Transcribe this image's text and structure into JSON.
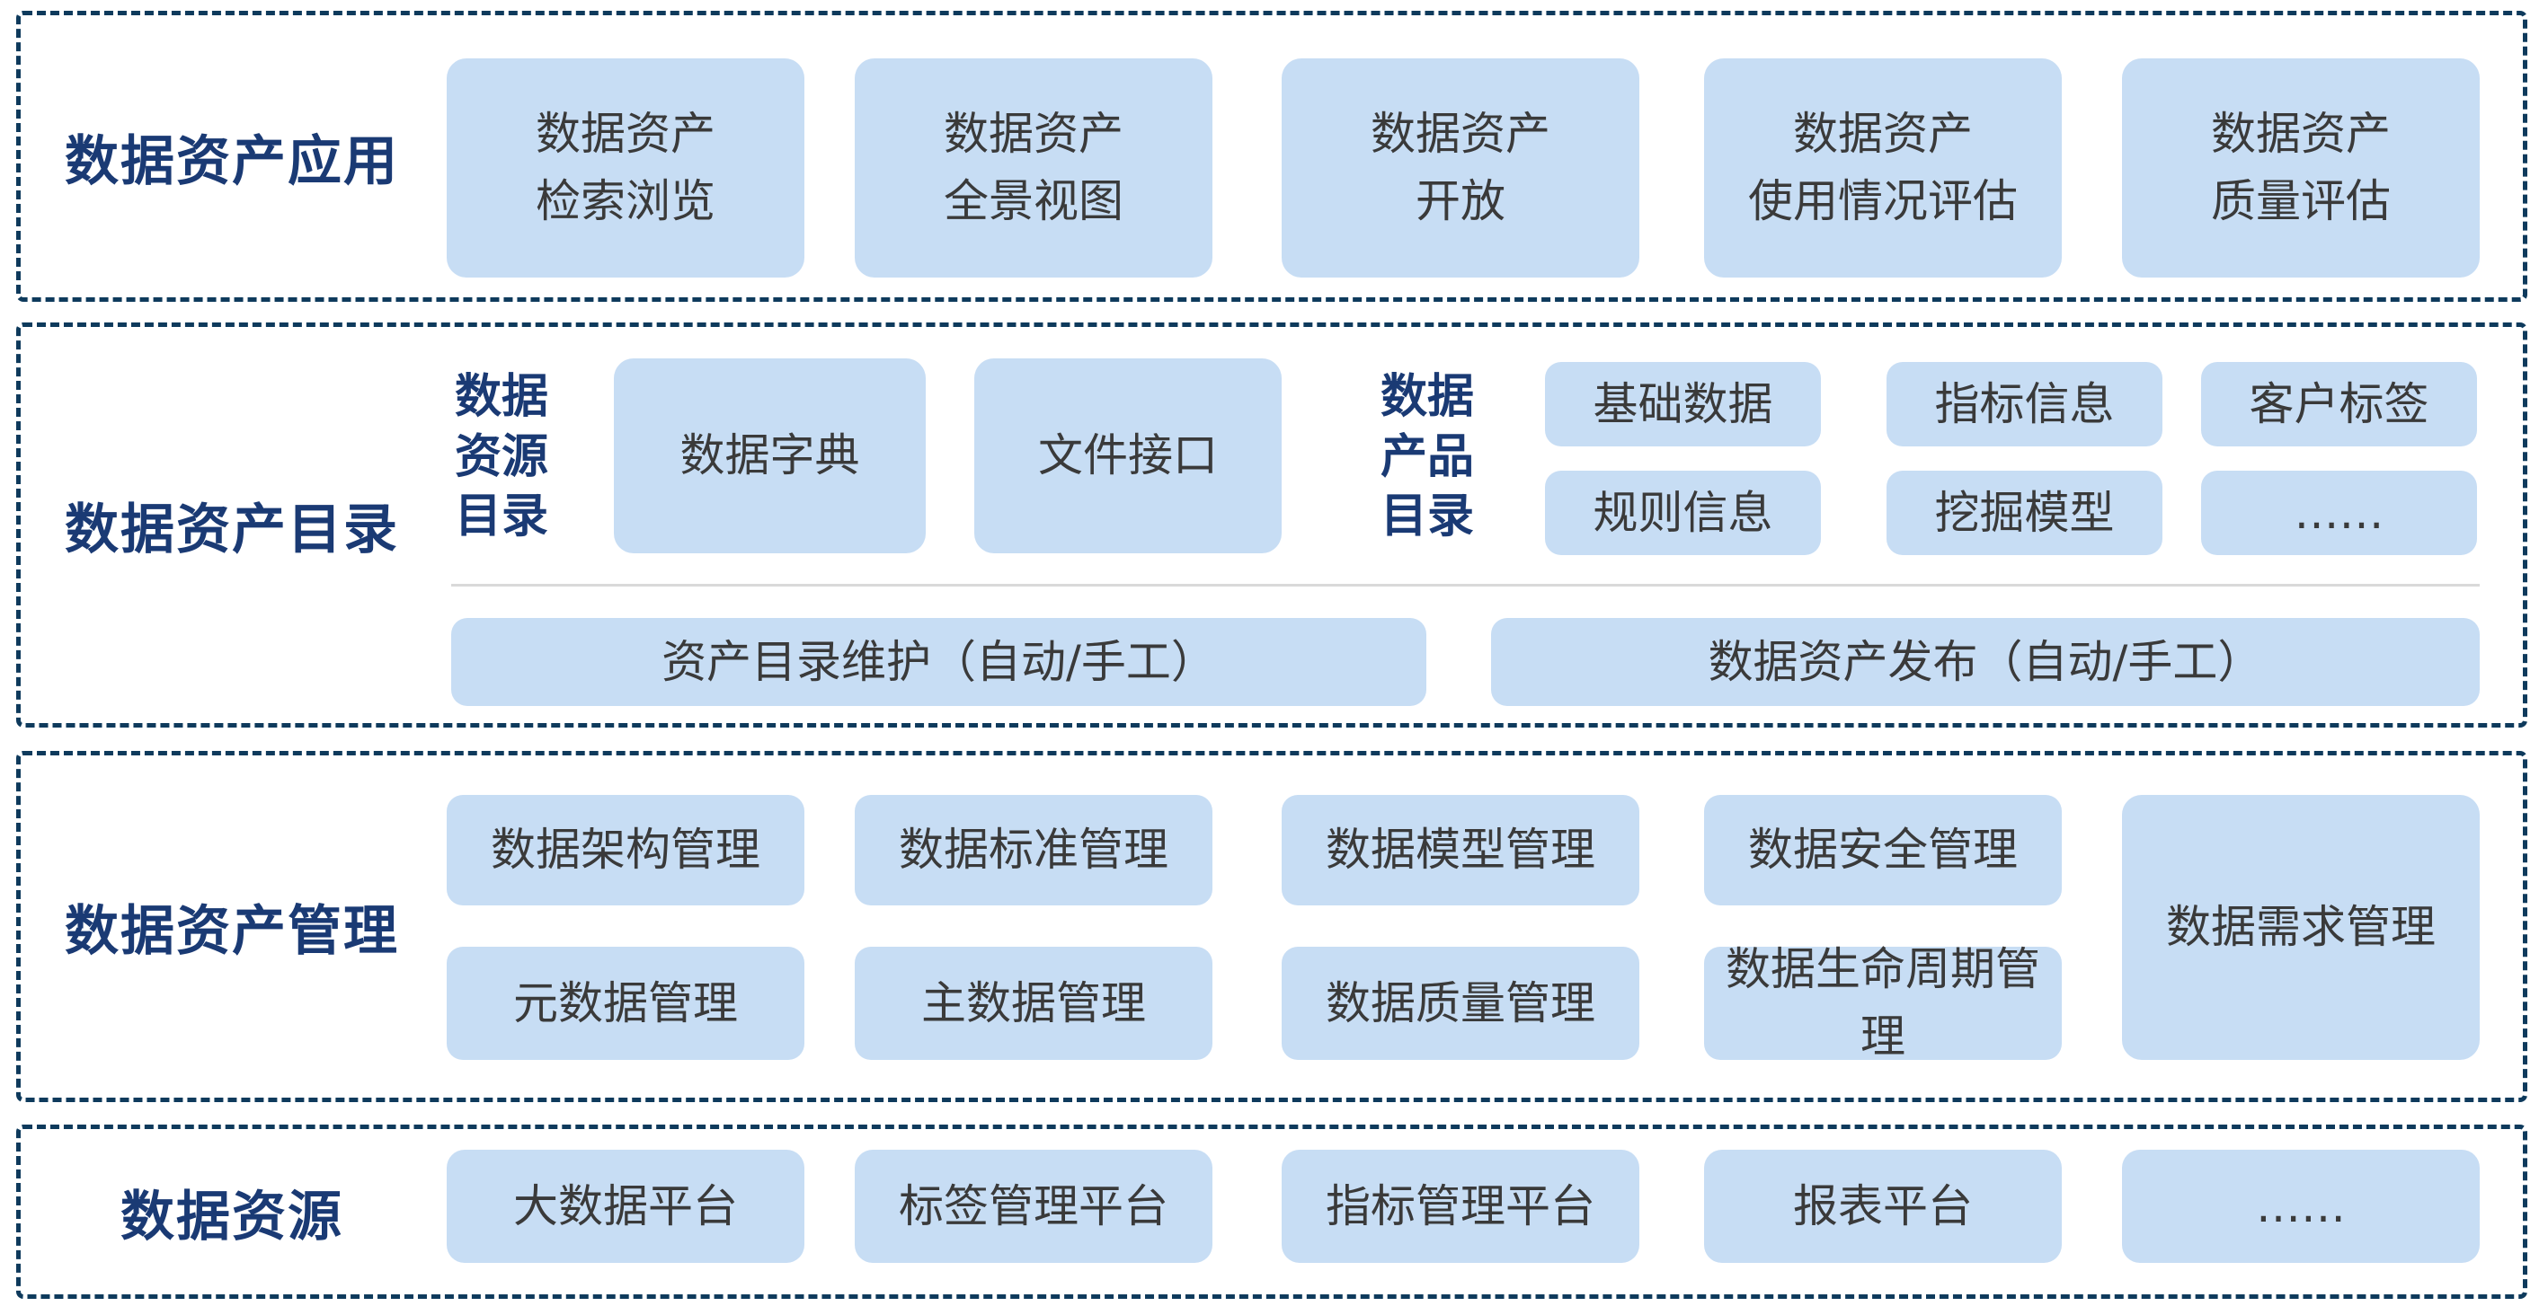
{
  "colors": {
    "box_fill": "#C7DDF4",
    "section_border": "#0E3A5C",
    "section_label_text": "#1A3A74",
    "box_text": "#3A3A3A",
    "divider": "#D9D9D9"
  },
  "sections": {
    "apps": {
      "label": "数据资产应用",
      "boxes": [
        "数据资产\n检索浏览",
        "数据资产\n全景视图",
        "数据资产\n开放",
        "数据资产\n使用情况评估",
        "数据资产\n质量评估"
      ]
    },
    "catalog": {
      "label": "数据资产目录",
      "resource_catalog": {
        "label": "数据\n资源\n目录",
        "boxes": [
          "数据字典",
          "文件接口"
        ]
      },
      "product_catalog": {
        "label": "数据\n产品\n目录",
        "boxes_row1": [
          "基础数据",
          "指标信息",
          "客户标签"
        ],
        "boxes_row2": [
          "规则信息",
          "挖掘模型",
          "……"
        ]
      },
      "bottom_boxes": [
        "资产目录维护（自动/手工）",
        "数据资产发布（自动/手工）"
      ]
    },
    "management": {
      "label": "数据资产管理",
      "boxes_row1": [
        "数据架构管理",
        "数据标准管理",
        "数据模型管理",
        "数据安全管理"
      ],
      "boxes_row2": [
        "元数据管理",
        "主数据管理",
        "数据质量管理",
        "数据生命周期管理"
      ],
      "tall_box": "数据需求管理"
    },
    "resources": {
      "label": "数据资源",
      "boxes": [
        "大数据平台",
        "标签管理平台",
        "指标管理平台",
        "报表平台",
        "……"
      ]
    }
  }
}
